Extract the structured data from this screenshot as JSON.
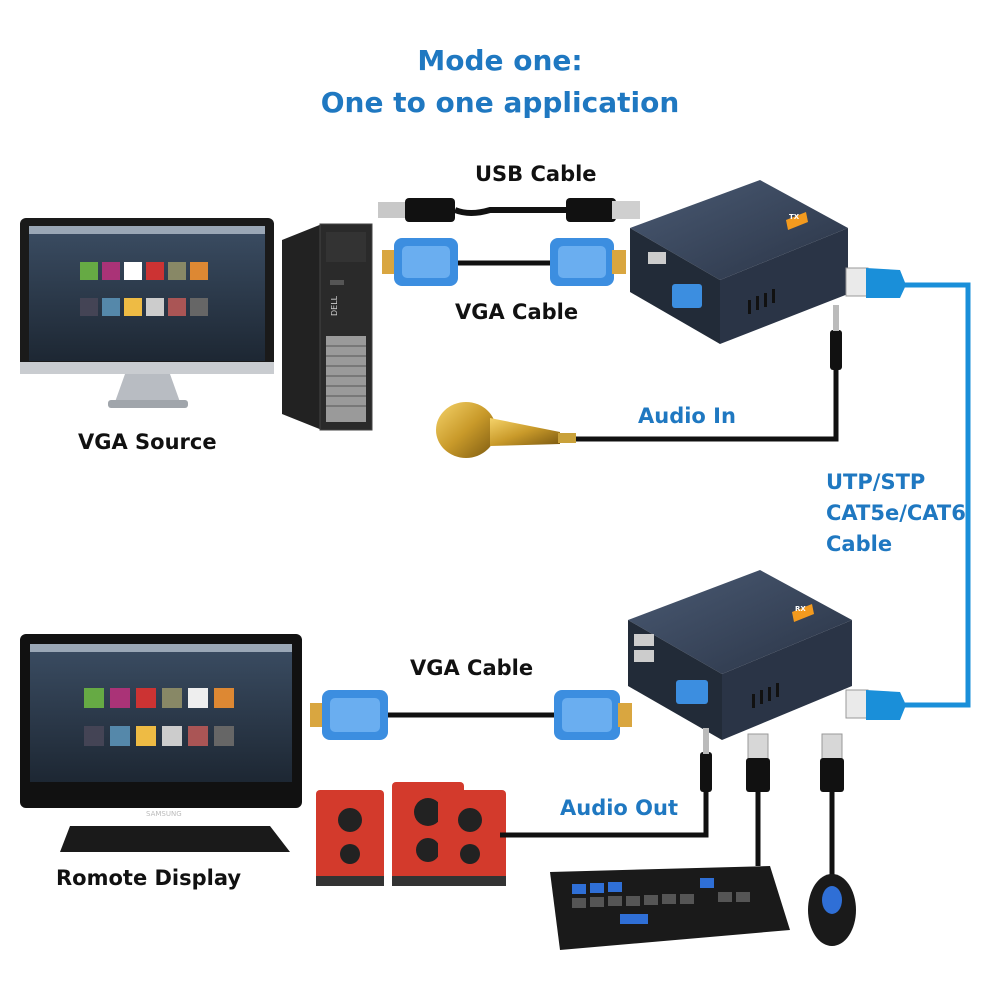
{
  "title": {
    "line1": "Mode one:",
    "line2": "One to one application"
  },
  "labels": {
    "usb_cable": "USB Cable",
    "vga_cable_top": "VGA Cable",
    "vga_source": "VGA Source",
    "audio_in": "Audio In",
    "utp_line1": "UTP/STP",
    "utp_line2": "CAT5e/CAT6",
    "utp_line3": "Cable",
    "vga_cable_bottom": "VGA Cable",
    "audio_out": "Audio Out",
    "remote_display": "Romote Display",
    "tx_badge": "TX",
    "rx_badge": "RX",
    "monitor_brand": "SAMSUNG",
    "pc_brand": "DELL"
  },
  "colors": {
    "title_blue": "#1f78c1",
    "cable_blue": "#1a8fd9",
    "device_dark": "#2e3a4f",
    "badge_orange": "#f39a1e",
    "vga_blue": "#3c8ee0",
    "speaker_red": "#d33a2c"
  },
  "icons": [
    "monitor-icon",
    "pc-tower-icon",
    "usb-connector-icon",
    "vga-connector-icon",
    "extender-box-icon",
    "rj45-plug-icon",
    "microphone-icon",
    "audio-jack-icon",
    "speaker-icon",
    "keyboard-icon",
    "mouse-icon"
  ]
}
